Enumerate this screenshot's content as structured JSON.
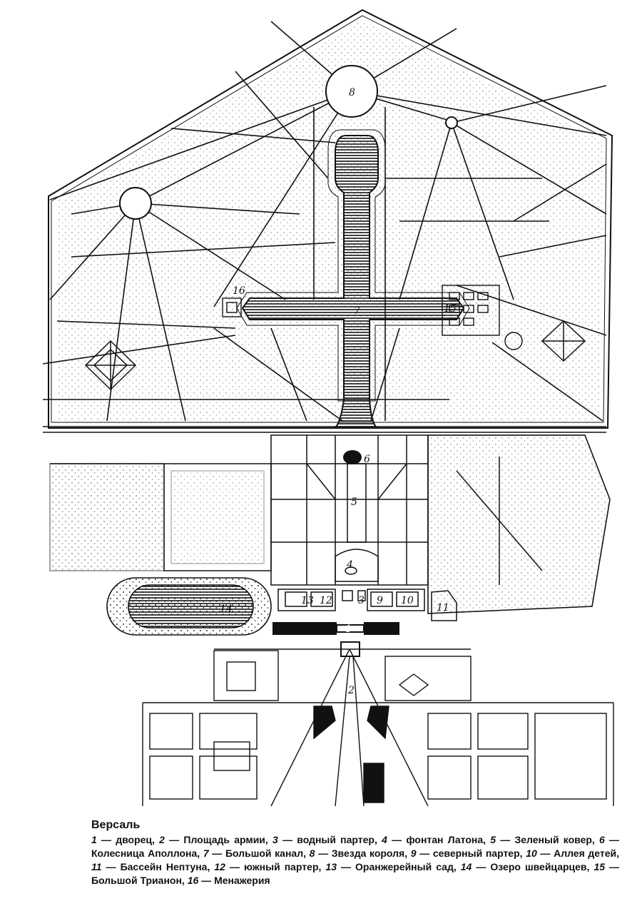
{
  "caption": {
    "title": "Версаль",
    "legend": [
      {
        "n": "1",
        "label": "дворец"
      },
      {
        "n": "2",
        "label": "Площадь армии"
      },
      {
        "n": "3",
        "label": "водный партер"
      },
      {
        "n": "4",
        "label": "фонтан Латона"
      },
      {
        "n": "5",
        "label": "Зеленый ковер"
      },
      {
        "n": "6",
        "label": "Колесница Аполлона"
      },
      {
        "n": "7",
        "label": "Большой канал"
      },
      {
        "n": "8",
        "label": "Звезда короля"
      },
      {
        "n": "9",
        "label": "северный партер"
      },
      {
        "n": "10",
        "label": "Аллея детей"
      },
      {
        "n": "11",
        "label": "Бассейн Нептуна"
      },
      {
        "n": "12",
        "label": "южный партер"
      },
      {
        "n": "13",
        "label": "Оранжерейный сад"
      },
      {
        "n": "14",
        "label": "Озеро швейцарцев"
      },
      {
        "n": "15",
        "label": "Большой Трианон"
      },
      {
        "n": "16",
        "label": "Менажерия"
      }
    ]
  },
  "map_labels": {
    "l1": "1",
    "l2": "2",
    "l3": "3",
    "l4": "4",
    "l5": "5",
    "l6": "6",
    "l7": "7",
    "l8": "8",
    "l9": "9",
    "l10": "10",
    "l11": "11",
    "l12": "12",
    "l13": "13",
    "l14": "14",
    "l15": "15",
    "l16": "16"
  },
  "colors": {
    "ink": "#111111",
    "paper": "#ffffff"
  }
}
